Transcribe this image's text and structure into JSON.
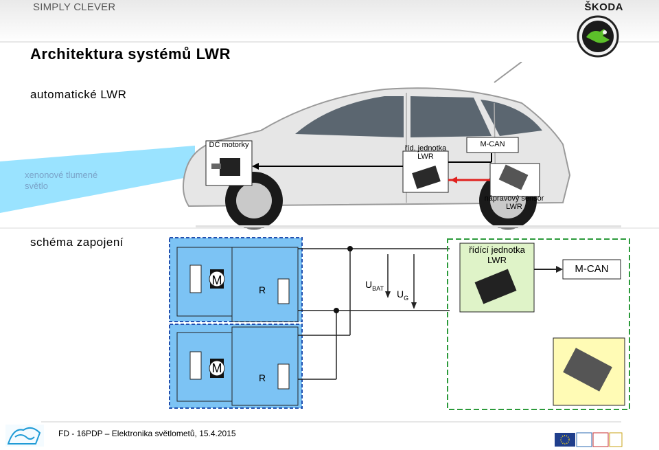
{
  "header": {
    "brand_left": "SIMPLY CLEVER",
    "brand_right": "ŠKODA"
  },
  "slide": {
    "title": "Architektura systémů LWR",
    "subtitle": "automatické LWR",
    "section_label": "schéma zapojení"
  },
  "car_diagram": {
    "dc_motors": "DC motorky",
    "control_unit": [
      "říd. jednotka",
      "LWR"
    ],
    "bus": "M-CAN",
    "axle_sensor": [
      "nápravový sensor",
      "LWR"
    ],
    "light": [
      "xenonové tlumené",
      "světlo"
    ]
  },
  "schematic": {
    "motor": "M",
    "resistor": "R",
    "u_bat": "U",
    "u_bat_sub": "BAT",
    "u_g": "U",
    "u_g_sub": "G",
    "control_unit": [
      "řídící jednotka",
      "LWR"
    ],
    "bus": "M-CAN"
  },
  "footer": {
    "text": "FD - 16PDP – Elektronika světlometů, 15.4.2015"
  },
  "colors": {
    "accent_blue": "#7cc3f4",
    "beam": "#8fe0ff",
    "green": "#2b9a3a",
    "box_green": "#dff3c8",
    "box_yellow": "#fffbb5",
    "can_red": "#e0201e"
  }
}
